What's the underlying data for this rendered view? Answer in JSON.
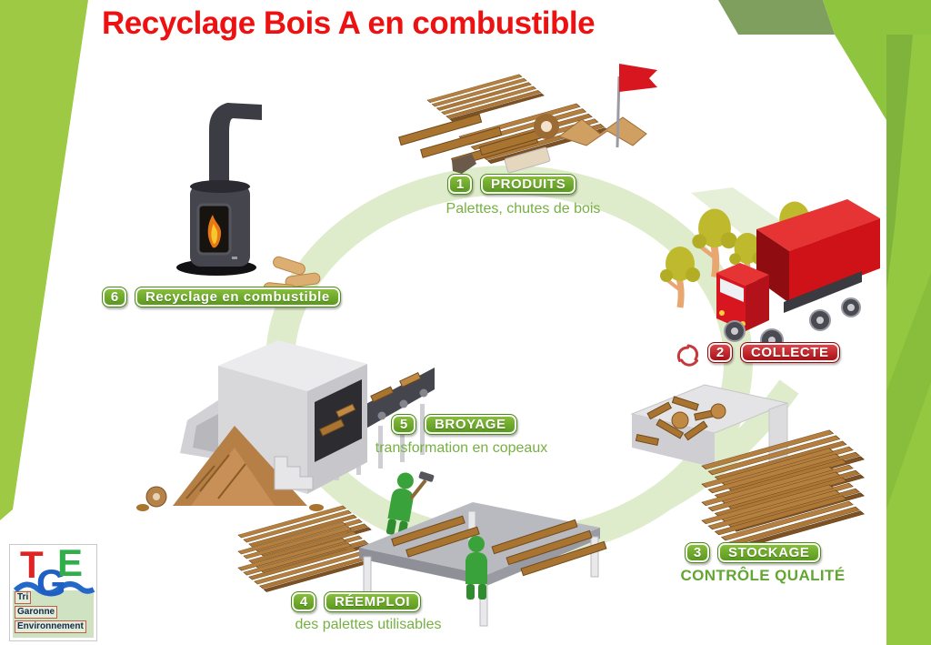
{
  "title": "Recyclage Bois A en combustible",
  "steps": [
    {
      "num": "1",
      "label": "PRODUITS",
      "caption": "Palettes, chutes de bois",
      "color": "green"
    },
    {
      "num": "2",
      "label": "COLLECTE",
      "caption": "",
      "color": "red"
    },
    {
      "num": "3",
      "label": "STOCKAGE",
      "caption": "CONTRÔLE QUALITÉ",
      "color": "green"
    },
    {
      "num": "4",
      "label": "RÉEMPLOI",
      "caption": "des palettes utilisables",
      "color": "green"
    },
    {
      "num": "5",
      "label": "BROYAGE",
      "caption": "transformation en copeaux",
      "color": "green"
    },
    {
      "num": "6",
      "label": "Recyclage en combustible",
      "caption": "",
      "color": "green"
    }
  ],
  "logo": {
    "letters": [
      "T",
      "G",
      "E"
    ],
    "lines": [
      "Tri",
      "Garonne",
      "Environnement"
    ]
  },
  "colors": {
    "title_red": "#ed1111",
    "label_green": "#55951c",
    "label_red": "#a30c11",
    "caption_green": "#76b043",
    "pale_arc": "#dfeccb",
    "side_band_bright": "#93c840",
    "side_band_olive": "#7e9f5d",
    "wood": "#b5803f",
    "truck_red": "#cf1118"
  }
}
